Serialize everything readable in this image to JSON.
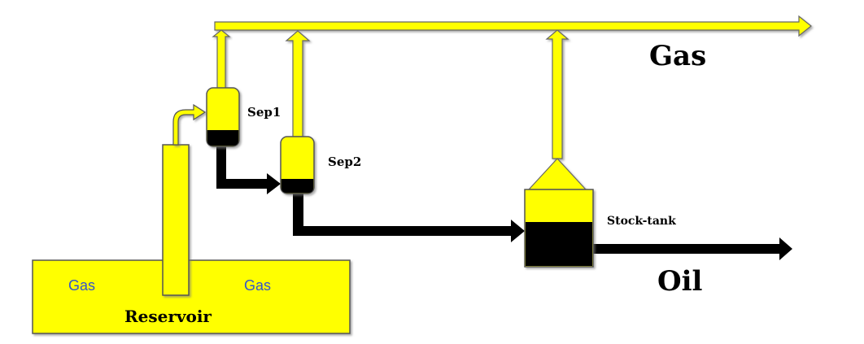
{
  "labels": {
    "gas_title": "Gas",
    "oil_title": "Oil",
    "sep1": "Sep1",
    "sep2": "Sep2",
    "stock_tank": "Stock-tank",
    "reservoir": "Reservoir",
    "reservoir_gas_left": "Gas",
    "reservoir_gas_right": "Gas"
  },
  "colors": {
    "gas": "#ffff00",
    "oil": "#000000",
    "outline": "#555555",
    "reservoir_text": "#3355cc"
  }
}
